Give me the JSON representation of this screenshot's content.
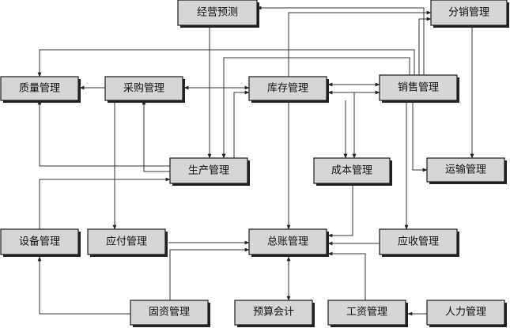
{
  "nodes": {
    "jingying_yuce": "经营预测",
    "fenxiao_guanli": "分销管理",
    "zhiliang_guanli": "质量管理",
    "caigou_guanli": "采购管理",
    "kucun_guanli": "库存管理",
    "xiaoshou_guanli": "销售管理",
    "shengchan_guanli": "生产管理",
    "chengben_guanli": "成本管理",
    "yunshu_guanli": "运输管理",
    "shebei_guanli": "设备管理",
    "yingfu_guanli": "应付管理",
    "zongzhang_guanli": "总账管理",
    "yingshou_guanli": "应收管理",
    "guzi_guanli": "固资管理",
    "yusuan_kuaiji": "预算会计",
    "gongzi_guanli": "工资管理",
    "renli_guanli": "人力管理"
  },
  "colors": {
    "box_fill": "#d6d6d6",
    "box_stroke": "#1a1a1a",
    "line": "#333333"
  }
}
